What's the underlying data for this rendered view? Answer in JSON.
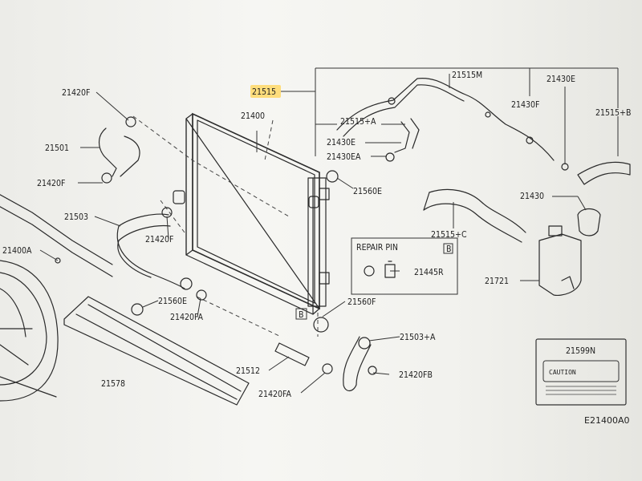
{
  "parts": {
    "p21420F_top": "21420F",
    "p21501": "21501",
    "p21420F_mid": "21420F",
    "p21503": "21503",
    "p21400A": "21400A",
    "p21420F_low": "21420F",
    "p21560E_left": "21560E",
    "p21420FA_left": "21420FA",
    "p21578": "21578",
    "p21400": "21400",
    "p21515": "21515",
    "p21515M": "21515M",
    "p21430E_top": "21430E",
    "p21430F": "21430F",
    "p21515B": "21515+B",
    "p21515A": "21515+A",
    "p21430E_mid": "21430E",
    "p21430EA": "21430EA",
    "p21560E_right": "21560E",
    "p21430": "21430",
    "p21515C": "21515+C",
    "p21445R": "21445R",
    "p21721": "21721",
    "p21560F": "21560F",
    "p21503A": "21503+A",
    "p21512": "21512",
    "p21420FB": "21420FB",
    "p21420FA_bot": "21420FA",
    "p21599N": "21599N",
    "label_text": "CAUTION"
  },
  "repair_pin": {
    "title": "REPAIR PIN",
    "ref": "B"
  },
  "ref_box": "B",
  "diagram_code": "E21400A0"
}
